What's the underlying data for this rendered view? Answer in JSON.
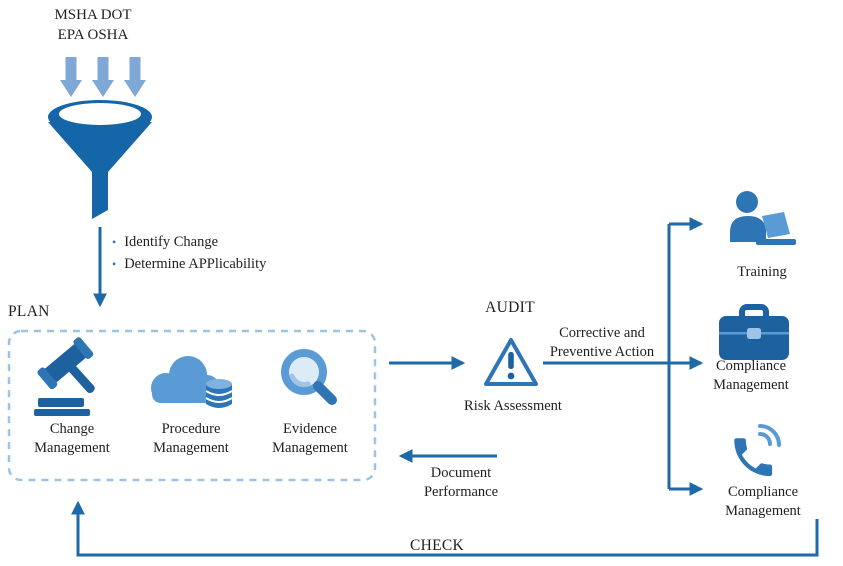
{
  "colors": {
    "arrow_blue": "#1e6aa9",
    "funnel_blue": "#1566a8",
    "icon_dark_blue": "#1d629f",
    "icon_mid_blue": "#2e75b6",
    "icon_light_blue": "#5b9bd5",
    "inflow_arrow_blue": "#7fa8d6",
    "dashed_border_blue": "#9dc3e6",
    "text_color": "#1f1f1f"
  },
  "regulators": {
    "line1": "MSHA DOT",
    "line2": "EPA OSHA"
  },
  "funnel_notes": {
    "item1": "Identify Change",
    "item2": "Determine APPlicability"
  },
  "plan": {
    "title": "PLAN",
    "items": [
      {
        "label": "Change Management",
        "icon": "gavel-icon"
      },
      {
        "label": "Procedure Management",
        "icon": "cloud-database-icon"
      },
      {
        "label": "Evidence Management",
        "icon": "magnifier-icon"
      }
    ]
  },
  "audit": {
    "title": "AUDIT",
    "risk_label": "Risk Assessment"
  },
  "flows": {
    "corrective_preventive": "Corrective and Preventive Action",
    "document_performance": "Document Performance",
    "check": "CHECK"
  },
  "outputs": [
    {
      "label": "Training",
      "icon": "trainer-icon"
    },
    {
      "label": "Compliance Management",
      "icon": "briefcase-icon"
    },
    {
      "label": "Compliance Management",
      "icon": "phone-icon"
    }
  ]
}
